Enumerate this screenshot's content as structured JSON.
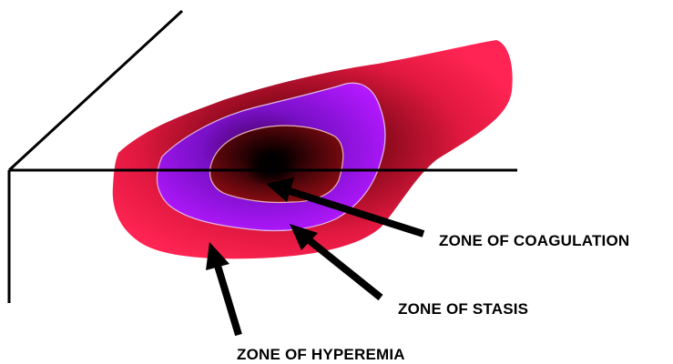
{
  "labels": {
    "coagulation": "ZONE OF COAGULATION",
    "stasis": "ZONE OF STASIS",
    "hyperemia": "ZONE OF HYPEREMIA"
  },
  "colors": {
    "hyperemia": "#ff1f4f",
    "stasis": "#aa11ff",
    "coagulation_center": "#000000",
    "coagulation_edge": "#8b0a10",
    "arrow": "#000000",
    "axis": "#000000"
  }
}
